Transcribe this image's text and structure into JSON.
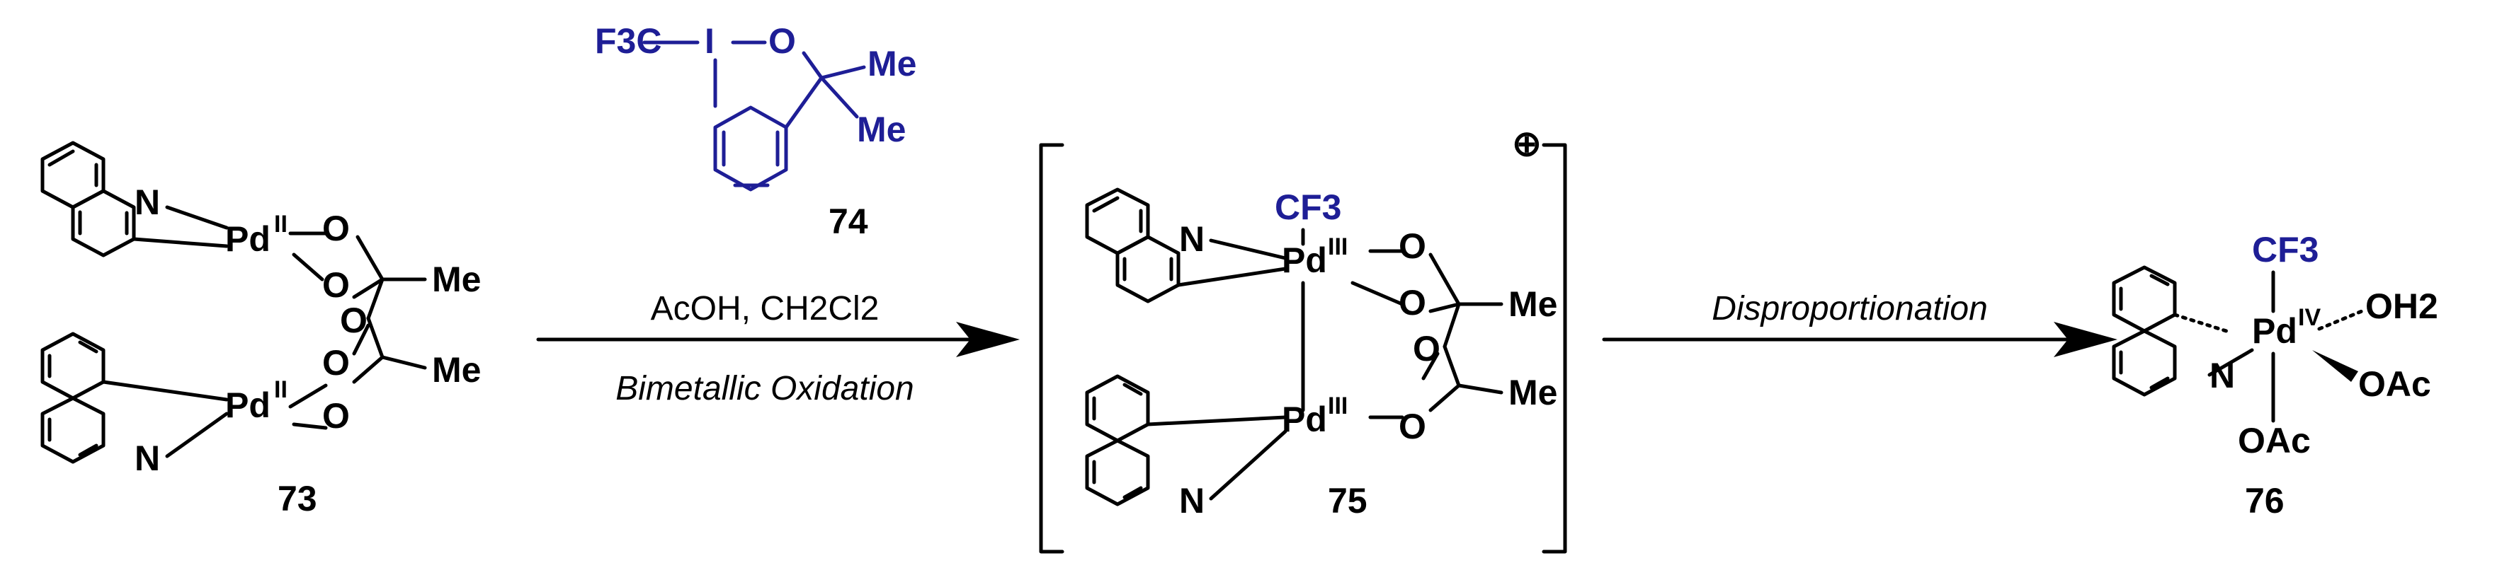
{
  "colors": {
    "reagent": "#1e1e96",
    "cf3_label": "#1e1e96",
    "bond": "#000000"
  },
  "compounds": {
    "c73": {
      "label": "73"
    },
    "c74": {
      "label": "74"
    },
    "c75": {
      "label": "75",
      "charge": "⊕"
    },
    "c76": {
      "label": "76"
    }
  },
  "step1": {
    "conditions": "AcOH, CH2Cl2",
    "description": "Bimetallic Oxidation"
  },
  "step2": {
    "description": "Disproportionation"
  },
  "atoms": {
    "N": "N",
    "O": "O",
    "Me": "Me",
    "Pd": "Pd",
    "I": "I",
    "F3C": "F3C",
    "CF3": "CF3",
    "OH2": "OH2",
    "OAc": "OAc",
    "ox_II": "II",
    "ox_III": "III",
    "ox_IV": "IV"
  }
}
